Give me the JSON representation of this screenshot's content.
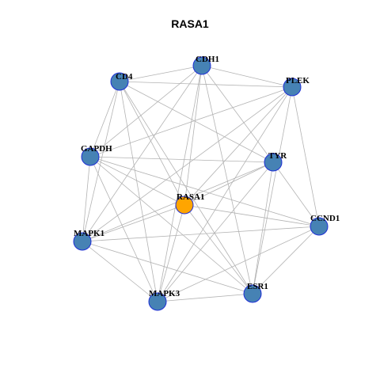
{
  "title": "RASA1",
  "colors": {
    "node_fill": "#4682b4",
    "center_fill": "#ffa500",
    "node_stroke": "#1f2fd6",
    "edge": "#b3b3b3"
  },
  "nodes": [
    {
      "id": "CDH1",
      "label": "CDH1",
      "role": "neighbor"
    },
    {
      "id": "CD4",
      "label": "CD4",
      "role": "neighbor"
    },
    {
      "id": "PLEK",
      "label": "PLEK",
      "role": "neighbor"
    },
    {
      "id": "GAPDH",
      "label": "GAPDH",
      "role": "neighbor"
    },
    {
      "id": "TYR",
      "label": "TYR",
      "role": "neighbor"
    },
    {
      "id": "RASA1",
      "label": "RASA1",
      "role": "query"
    },
    {
      "id": "CCND1",
      "label": "CCND1",
      "role": "neighbor"
    },
    {
      "id": "MAPK1",
      "label": "MAPK1",
      "role": "neighbor"
    },
    {
      "id": "ESR1",
      "label": "ESR1",
      "role": "neighbor"
    },
    {
      "id": "MAPK3",
      "label": "MAPK3",
      "role": "neighbor"
    }
  ],
  "edges": [
    [
      "CDH1",
      "CD4"
    ],
    [
      "CDH1",
      "PLEK"
    ],
    [
      "CDH1",
      "GAPDH"
    ],
    [
      "CDH1",
      "TYR"
    ],
    [
      "CDH1",
      "RASA1"
    ],
    [
      "CDH1",
      "MAPK1"
    ],
    [
      "CDH1",
      "ESR1"
    ],
    [
      "CDH1",
      "MAPK3"
    ],
    [
      "CD4",
      "PLEK"
    ],
    [
      "CD4",
      "GAPDH"
    ],
    [
      "CD4",
      "TYR"
    ],
    [
      "CD4",
      "RASA1"
    ],
    [
      "CD4",
      "MAPK1"
    ],
    [
      "CD4",
      "ESR1"
    ],
    [
      "CD4",
      "MAPK3"
    ],
    [
      "PLEK",
      "GAPDH"
    ],
    [
      "PLEK",
      "CCND1"
    ],
    [
      "PLEK",
      "MAPK1"
    ],
    [
      "PLEK",
      "ESR1"
    ],
    [
      "PLEK",
      "MAPK3"
    ],
    [
      "PLEK",
      "RASA1"
    ],
    [
      "GAPDH",
      "TYR"
    ],
    [
      "GAPDH",
      "RASA1"
    ],
    [
      "GAPDH",
      "CCND1"
    ],
    [
      "GAPDH",
      "MAPK1"
    ],
    [
      "GAPDH",
      "ESR1"
    ],
    [
      "GAPDH",
      "MAPK3"
    ],
    [
      "TYR",
      "RASA1"
    ],
    [
      "TYR",
      "CCND1"
    ],
    [
      "TYR",
      "MAPK1"
    ],
    [
      "TYR",
      "ESR1"
    ],
    [
      "TYR",
      "MAPK3"
    ],
    [
      "RASA1",
      "CCND1"
    ],
    [
      "RASA1",
      "MAPK1"
    ],
    [
      "RASA1",
      "ESR1"
    ],
    [
      "RASA1",
      "MAPK3"
    ],
    [
      "CCND1",
      "MAPK1"
    ],
    [
      "CCND1",
      "ESR1"
    ],
    [
      "CCND1",
      "MAPK3"
    ],
    [
      "MAPK1",
      "ESR1"
    ],
    [
      "MAPK1",
      "MAPK3"
    ],
    [
      "ESR1",
      "MAPK3"
    ]
  ]
}
